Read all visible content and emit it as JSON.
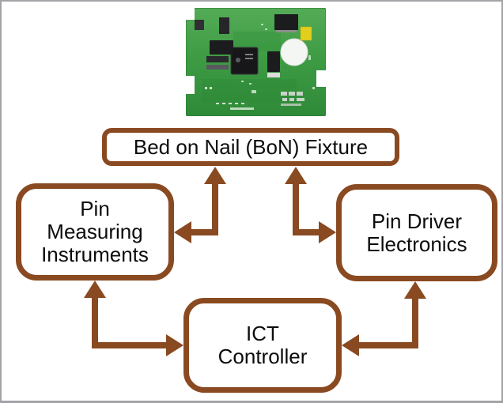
{
  "figure": {
    "type": "block-diagram",
    "subject": "In-circuit test (ICT) system architecture"
  },
  "colors": {
    "connector_brown": "#8a4a21",
    "box_border_brown": "#8a4a21",
    "text_black": "#0c0c0c",
    "frame_gray": "#a4a4a8",
    "background_white": "#ffffff",
    "pcb_green": "#3e9c44",
    "pcb_label_yellow": "#e2cf1d"
  },
  "pcb_image": {
    "name": "green-pcb-board-photo",
    "features": [
      "main-processor-chip",
      "memory-chip",
      "flash-chip",
      "round-hole",
      "yellow-sticker",
      "edge-notches"
    ]
  },
  "nodes": {
    "bon": {
      "label": "Bed on Nail (BoN) Fixture"
    },
    "pmi": {
      "label": "Pin Measuring Instruments",
      "lines": [
        "Pin",
        "Measuring",
        "Instruments"
      ]
    },
    "pde": {
      "label": "Pin Driver Electronics",
      "lines": [
        "Pin Driver",
        "Electronics"
      ]
    },
    "ict": {
      "label": "ICT Controller",
      "lines": [
        "ICT",
        "Controller"
      ]
    }
  },
  "connections": [
    {
      "between": [
        "Bed on Nail (BoN) Fixture",
        "Pin Measuring Instruments"
      ],
      "style": "elbow",
      "bidirectional": true
    },
    {
      "between": [
        "Bed on Nail (BoN) Fixture",
        "Pin Driver Electronics"
      ],
      "style": "elbow",
      "bidirectional": true
    },
    {
      "between": [
        "ICT Controller",
        "Pin Measuring Instruments"
      ],
      "style": "elbow",
      "bidirectional": true
    },
    {
      "between": [
        "ICT Controller",
        "Pin Driver Electronics"
      ],
      "style": "elbow",
      "bidirectional": true
    }
  ]
}
